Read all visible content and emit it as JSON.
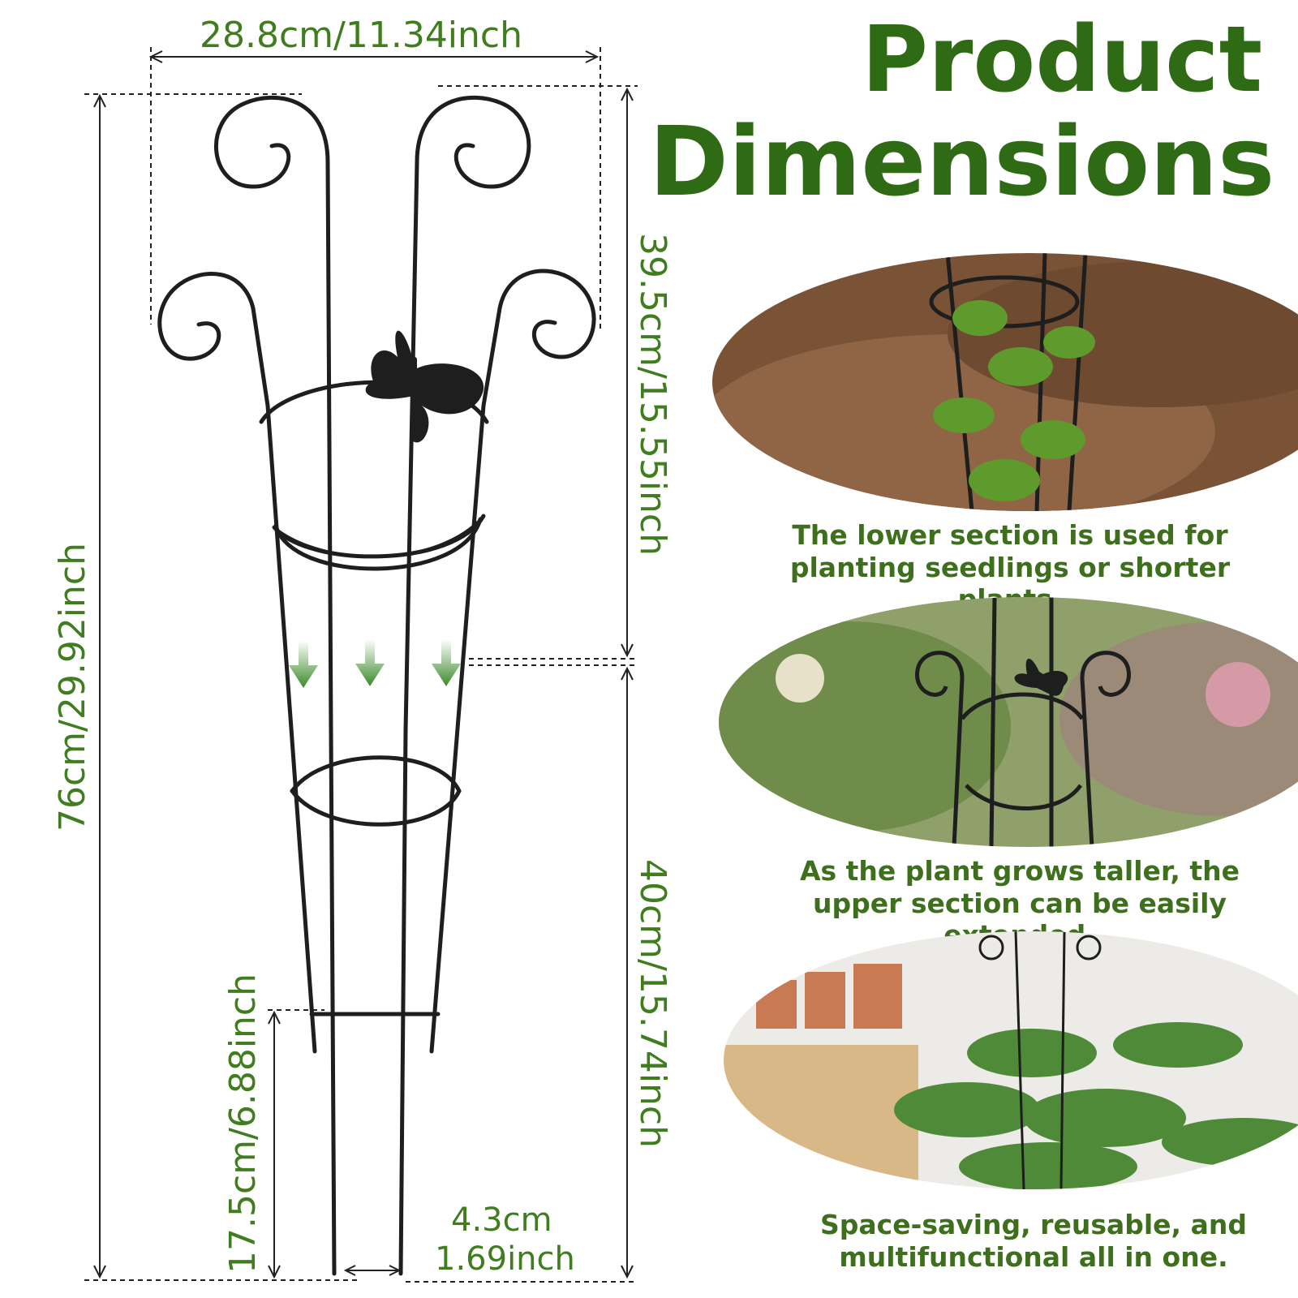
{
  "title": {
    "line1": "Product",
    "line2": "Dimensions"
  },
  "dimensions": {
    "top_width": "28.8cm/11.34inch",
    "total_height": "76cm/29.92inch",
    "upper_section": "39.5cm/15.55inch",
    "lower_section": "40cm/15.74inch",
    "stake_length": "17.5cm/6.88inch",
    "stake_gap_cm": "4.3cm",
    "stake_gap_inch": "1.69inch"
  },
  "captions": {
    "first": "The lower section is used for planting seedlings or shorter plants.",
    "second": "As the plant grows taller, the upper section can be easily extended.",
    "third": "Space-saving, reusable, and multifunctional all in one."
  },
  "colors": {
    "title_green": "#2f6b14",
    "label_green": "#3f7d1f",
    "trellis_black": "#1e1e1e",
    "arrow_green": "#3c8a2a"
  },
  "icons": [
    "butterfly-icon",
    "arrow-down-icon"
  ]
}
